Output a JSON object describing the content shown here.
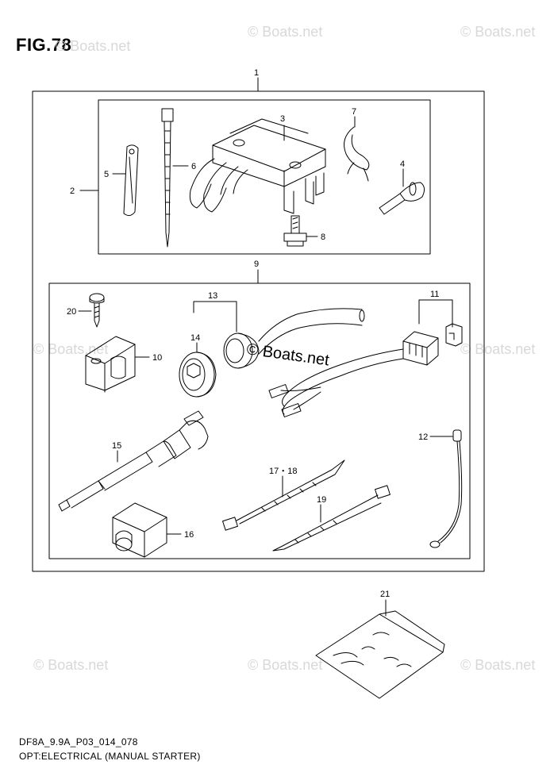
{
  "figure": {
    "title": "FIG.78",
    "code": "DF8A_9.9A_P03_014_078",
    "caption": "OPT:ELECTRICAL (MANUAL STARTER)"
  },
  "watermark": {
    "text": "© Boats.net",
    "center_text": "© Boats.net"
  },
  "callouts": {
    "c1": "1",
    "c2": "2",
    "c3": "3",
    "c4": "4",
    "c5": "5",
    "c6": "6",
    "c7": "7",
    "c8": "8",
    "c9": "9",
    "c10": "10",
    "c11": "11",
    "c12": "12",
    "c13": "13",
    "c14": "14",
    "c15": "15",
    "c16": "16",
    "c17_18": "17・18",
    "c19": "19",
    "c20": "20",
    "c21": "21"
  }
}
